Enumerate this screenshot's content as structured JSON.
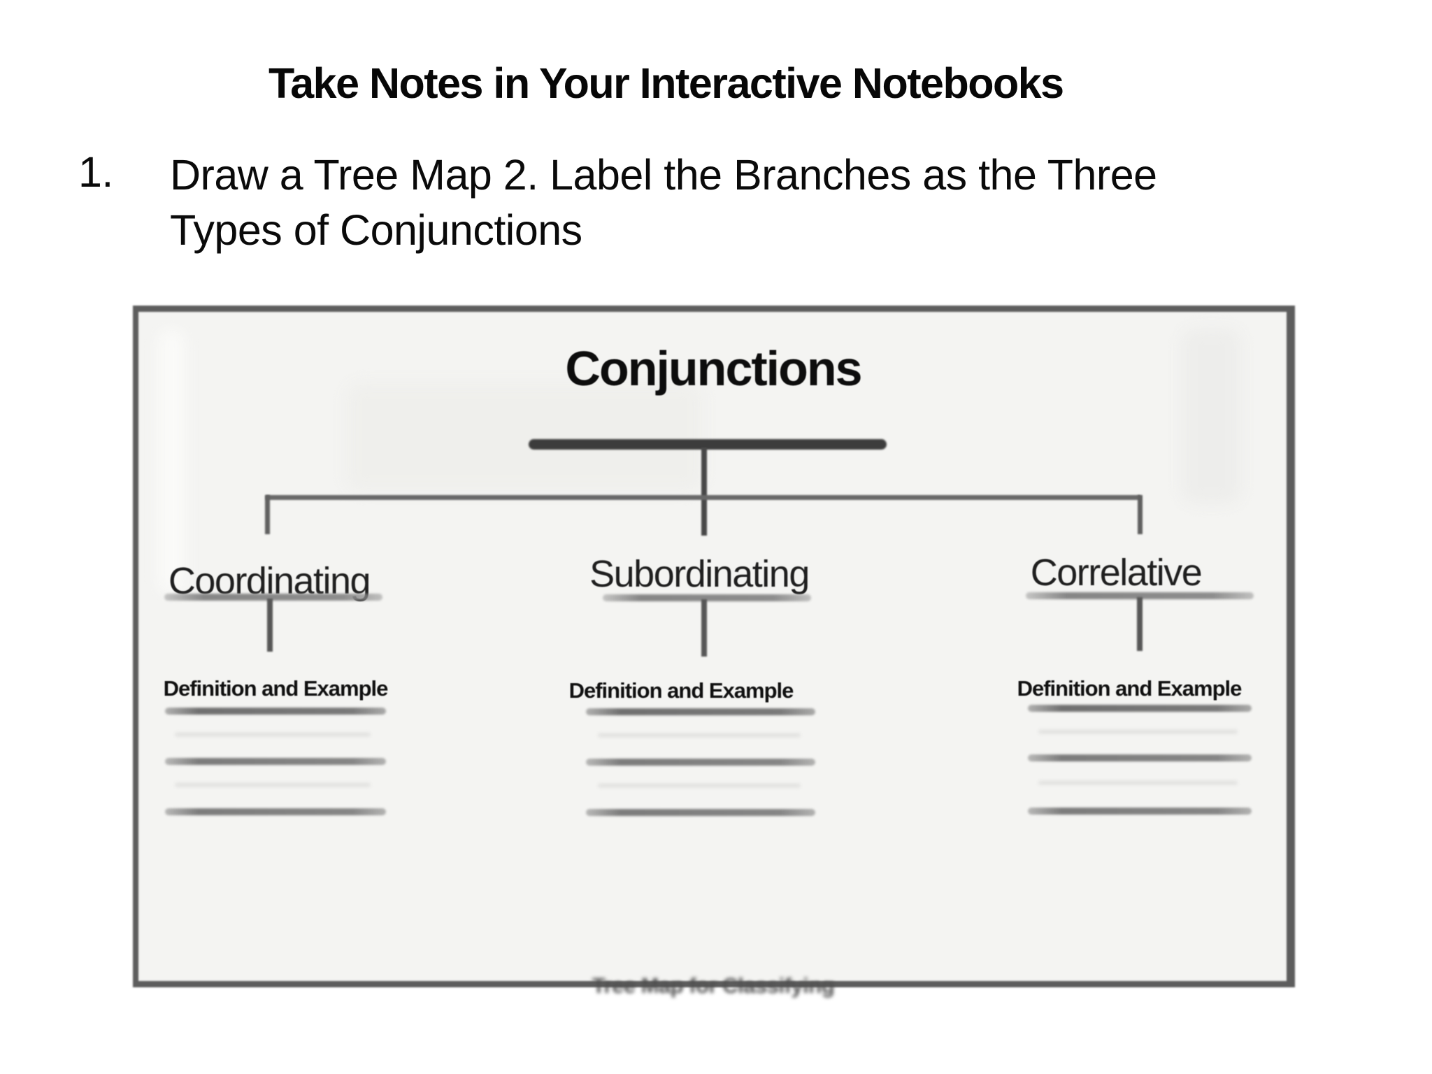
{
  "slide": {
    "title": "Take Notes in Your Interactive Notebooks",
    "instruction": {
      "number": "1.",
      "line1": "Draw a Tree Map 2. Label the Branches as the Three",
      "line2": "Types of Conjunctions"
    }
  },
  "tree_map": {
    "root_label": "Conjunctions",
    "branches": [
      {
        "label": "Coordinating",
        "note_label": "Definition and Example",
        "write_lines": 3
      },
      {
        "label": "Subordinating",
        "note_label": "Definition and Example",
        "write_lines": 3
      },
      {
        "label": "Correlative",
        "note_label": "Definition and Example",
        "write_lines": 3
      }
    ],
    "caption": "Tree Map for Classifying",
    "colors": {
      "frame_border": "#5d5d5d",
      "frame_background": "#f4f4f2",
      "trunk_line": "#3c3c3c",
      "connector_line": "#686868",
      "write_line": "#848484",
      "text": "#1a1a1a"
    }
  }
}
